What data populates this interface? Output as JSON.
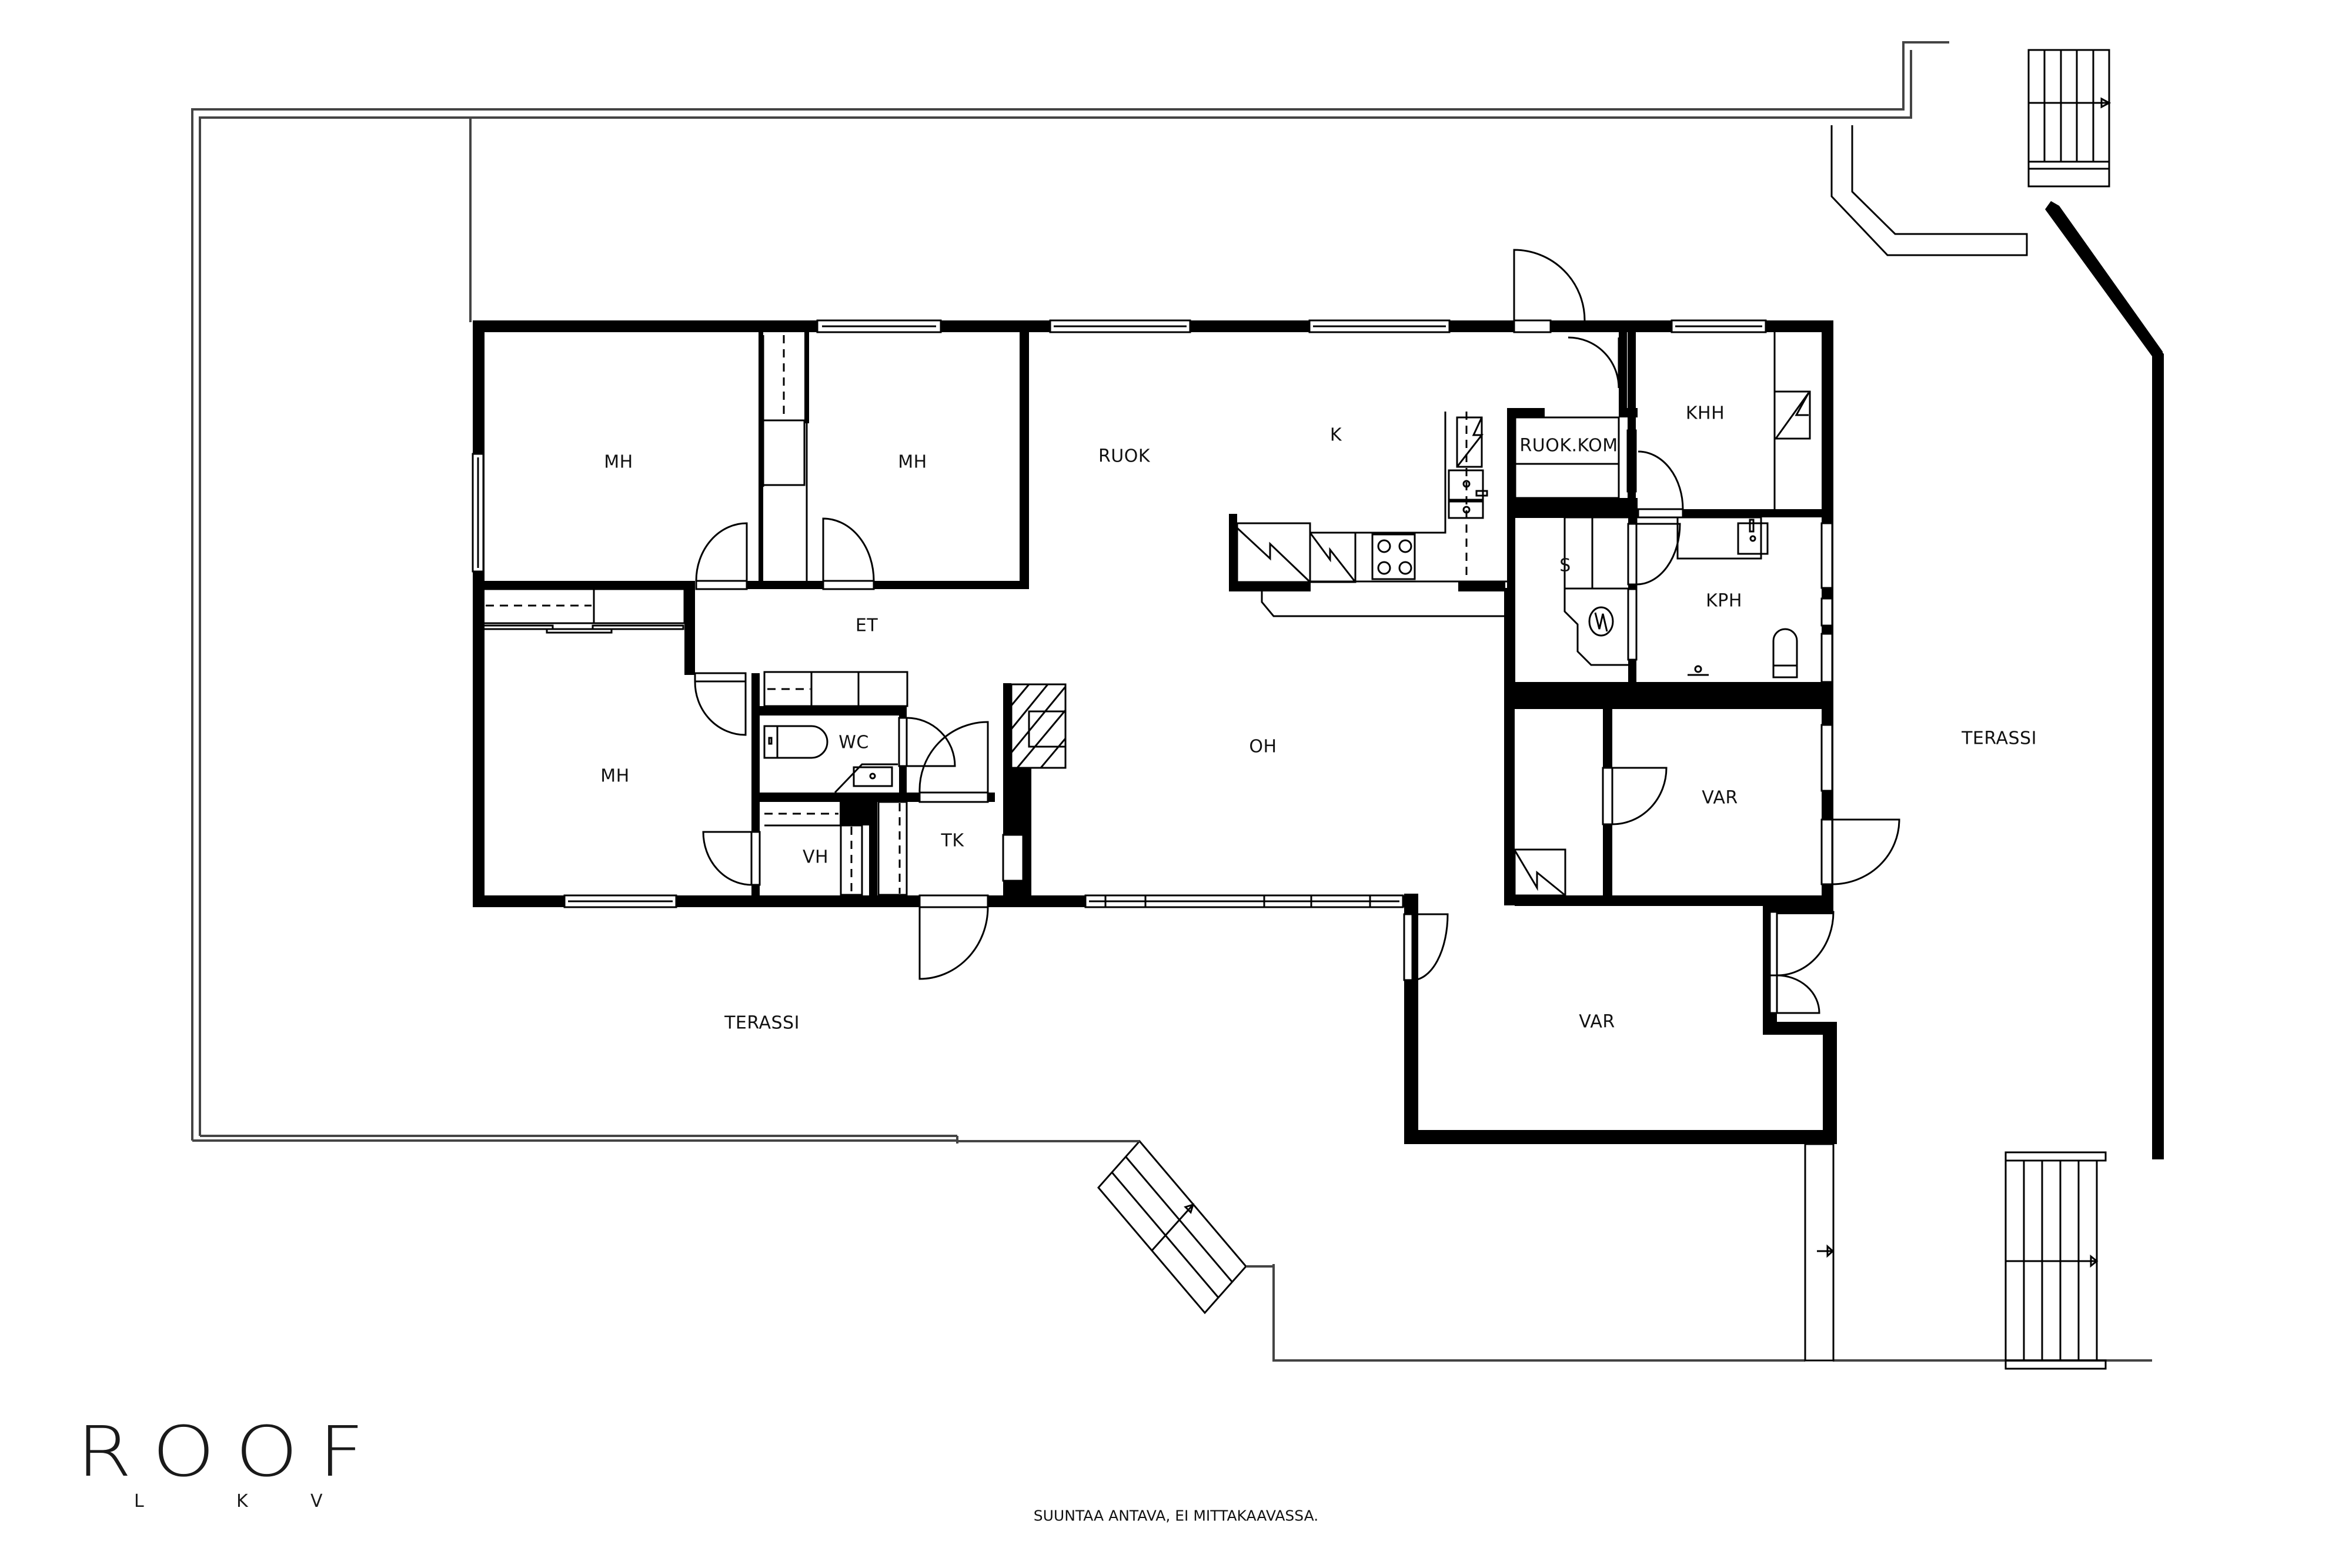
{
  "plan": {
    "rooms": {
      "mh_top_left": "MH",
      "mh_top_middle": "MH",
      "mh_bottom_left": "MH",
      "ruok": "RUOK",
      "k": "K",
      "ruok_kom": "RUOK.KOM",
      "khh": "KHH",
      "s": "S",
      "kph": "KPH",
      "et": "ET",
      "wc": "WC",
      "vh": "VH",
      "tk": "TK",
      "oh": "OH",
      "var_upper": "VAR",
      "var_lower": "VAR",
      "terassi_south": "TERASSI",
      "terassi_east": "TERASSI"
    },
    "stair_arrow_icon": "arrow-right",
    "colors": {
      "wall": "#000000",
      "background": "#ffffff",
      "line": "#000000"
    }
  },
  "brand": {
    "name": "ROOF",
    "sub_letters": [
      "L",
      "K",
      "V"
    ]
  },
  "footer": {
    "disclaimer": "SUUNTAA ANTAVA, EI MITTAKAAVASSA."
  }
}
